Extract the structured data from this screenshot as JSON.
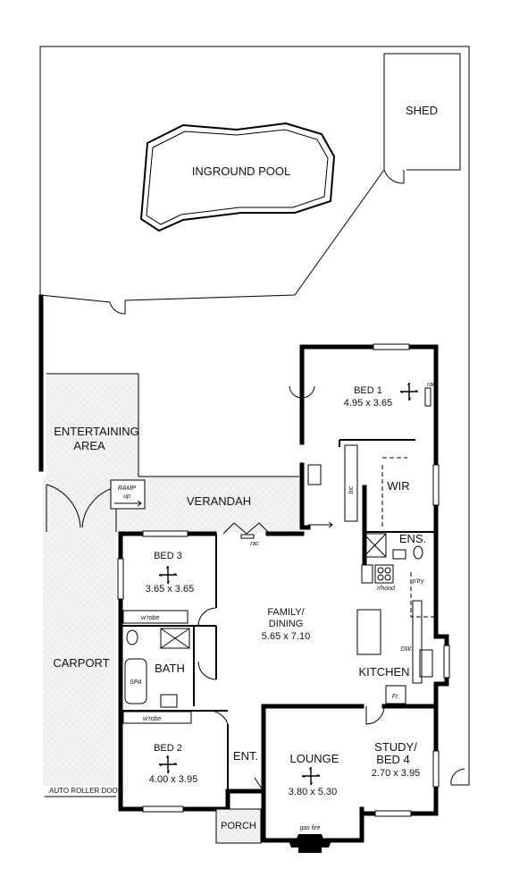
{
  "rooms": {
    "shed": "SHED",
    "pool": "INGROUND POOL",
    "entertaining_line1": "ENTERTAINING",
    "entertaining_line2": "AREA",
    "ramp_line1": "RAMP",
    "ramp_line2": "up",
    "verandah": "VERANDAH",
    "rac1": "rac",
    "rac2": "rac",
    "bed1_name": "BED 1",
    "bed1_size": "4.95 x 3.65",
    "bic": "bic",
    "wir": "WIR",
    "ens": "ENS.",
    "bed3_name": "BED 3",
    "bed3_size": "3.65 x 3.65",
    "wrobe1": "w'robe",
    "family_line1": "FAMILY/",
    "family_line2": "DINING",
    "family_size": "5.65 x 7.10",
    "rhood": "r/hood",
    "pantry": "p'try",
    "dw": "DW.",
    "kitchen": "KITCHEN",
    "fridge": "Fr.",
    "carport": "CARPORT",
    "bath": "BATH",
    "spa": "SPA",
    "wrobe2": "w'robe",
    "bed2_name": "BED 2",
    "bed2_size": "4.00 x 3.95",
    "ent": "ENT.",
    "lounge_name": "LOUNGE",
    "lounge_size": "3.80 x 5.30",
    "study_line1": "STUDY/",
    "study_line2": "BED 4",
    "study_size": "2.70 x 3.95",
    "roller_door": "AUTO ROLLER DOOR",
    "porch": "PORCH",
    "gas_fire": "gas fire"
  }
}
